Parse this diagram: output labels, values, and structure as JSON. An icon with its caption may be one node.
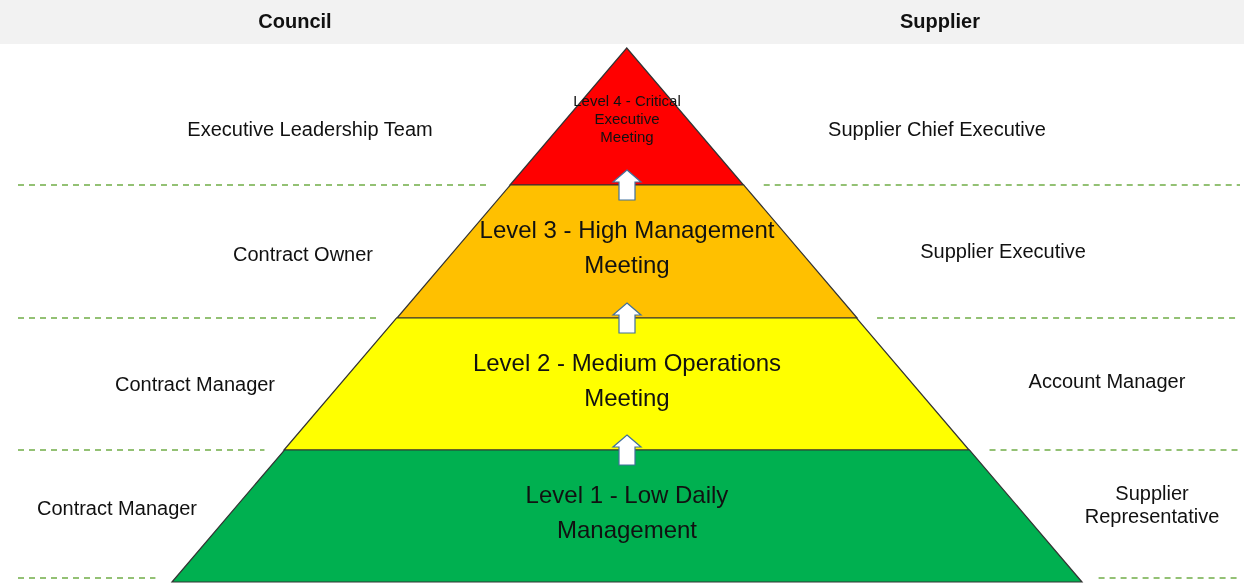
{
  "diagram": {
    "nodes": [
      {
        "text": [
          "Level 4 - Critical Executive Meeting"
        ]
      },
      {
        "text": [
          "Level 3 - High Management Meeting"
        ]
      },
      {
        "text": [
          "Level 2 - Medium Operations Meeting"
        ]
      },
      {
        "text": [
          "Level 1 - Low Daily Management"
        ]
      }
    ],
    "edges": [
      {
        "from": 3,
        "to": 2,
        "arrow": "to"
      },
      {
        "from": 2,
        "to": 1,
        "arrow": "to"
      },
      {
        "from": 1,
        "to": 0,
        "arrow": "to"
      }
    ],
    "labels": [
      "Council",
      "Supplier",
      "Executive Leadership Team",
      "Supplier Chief Executive",
      "Contract Owner",
      "Supplier Executive",
      "Contract Manager",
      "Account Manager",
      "Contract Manager",
      "Supplier Representative"
    ]
  }
}
